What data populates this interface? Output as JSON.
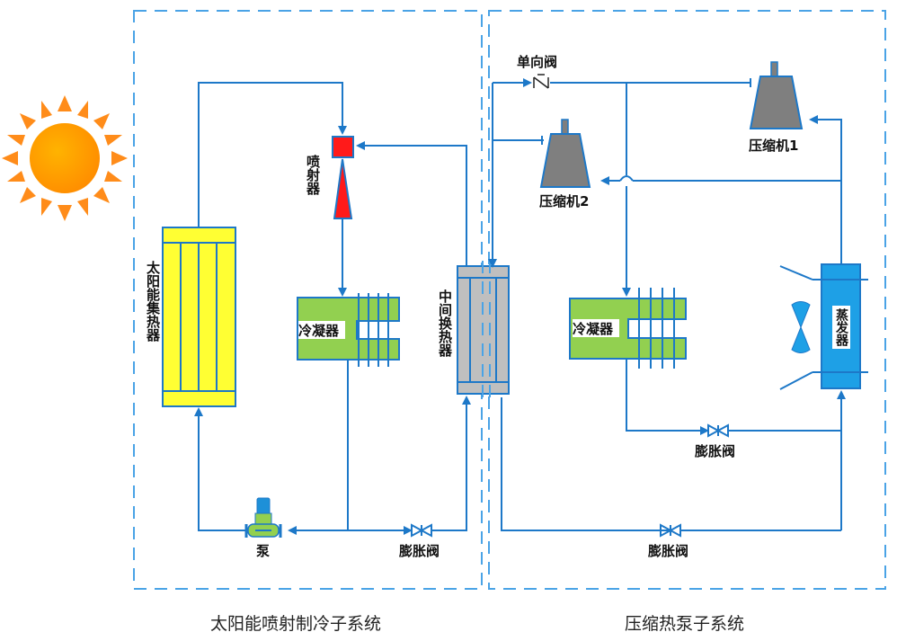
{
  "diagram": {
    "title_left_subsystem": "太阳能喷射制冷子系统",
    "title_right_subsystem": "压缩热泵子系统",
    "colors": {
      "pipe": "#1d78c8",
      "boundary": "#4aa3e6",
      "solar_collector": "#ffff33",
      "ejector": "#ff1a1a",
      "condenser": "#92d050",
      "intermediate_hx": "#bfbfbf",
      "compressor": "#7f7f7f",
      "evaporator": "#1ea0e6",
      "sun": "#ff9e00"
    },
    "components": {
      "sun": {
        "icon": "sun-icon"
      },
      "solar_collector": {
        "label": "太阳能集热器"
      },
      "ejector": {
        "label": "喷射器"
      },
      "condenser_left": {
        "label": "冷凝器"
      },
      "intermediate_hx": {
        "label": "中间换热器"
      },
      "pump": {
        "label": "泵"
      },
      "expansion_valve_left": {
        "label": "膨胀阀"
      },
      "check_valve": {
        "label": "单向阀"
      },
      "compressor_1": {
        "label": "压缩机1"
      },
      "compressor_2": {
        "label": "压缩机2"
      },
      "condenser_right": {
        "label": "冷凝器"
      },
      "evaporator": {
        "label": "蒸发器"
      },
      "fan": {
        "icon": "fan-icon"
      },
      "expansion_valve_right_upper": {
        "label": "膨胀阀"
      },
      "expansion_valve_right_lower": {
        "label": "膨胀阀"
      }
    }
  }
}
